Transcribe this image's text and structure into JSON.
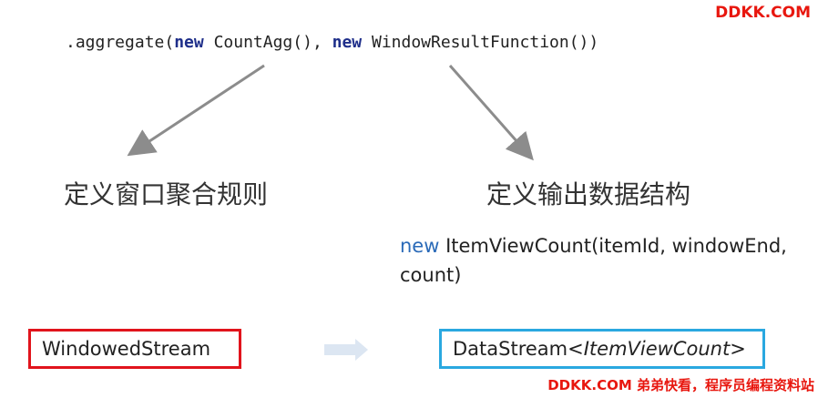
{
  "watermark": {
    "top": "DDKK.COM",
    "bottom": "DDKK.COM 弟弟快看，程序员编程资料站"
  },
  "code": {
    "part1": ".aggregate(",
    "kw1": "new",
    "part2": " CountAgg(), ",
    "kw2": "new",
    "part3": " WindowResultFunction())"
  },
  "labels": {
    "left": "定义窗口聚合规则",
    "right": "定义输出数据结构"
  },
  "new_expression": {
    "keyword": "new",
    "rest": " ItemViewCount(itemId, windowEnd, count)"
  },
  "boxes": {
    "input": "WindowedStream",
    "output_prefix": "DataStream<",
    "output_type": "ItemViewCount",
    "output_suffix": ">"
  },
  "colors": {
    "red_border": "#e1141c",
    "blue_border": "#2aa8e0",
    "arrow_gray": "#8c8c8c",
    "flow_arrow": "#dce6f2",
    "watermark": "#e8170f"
  }
}
